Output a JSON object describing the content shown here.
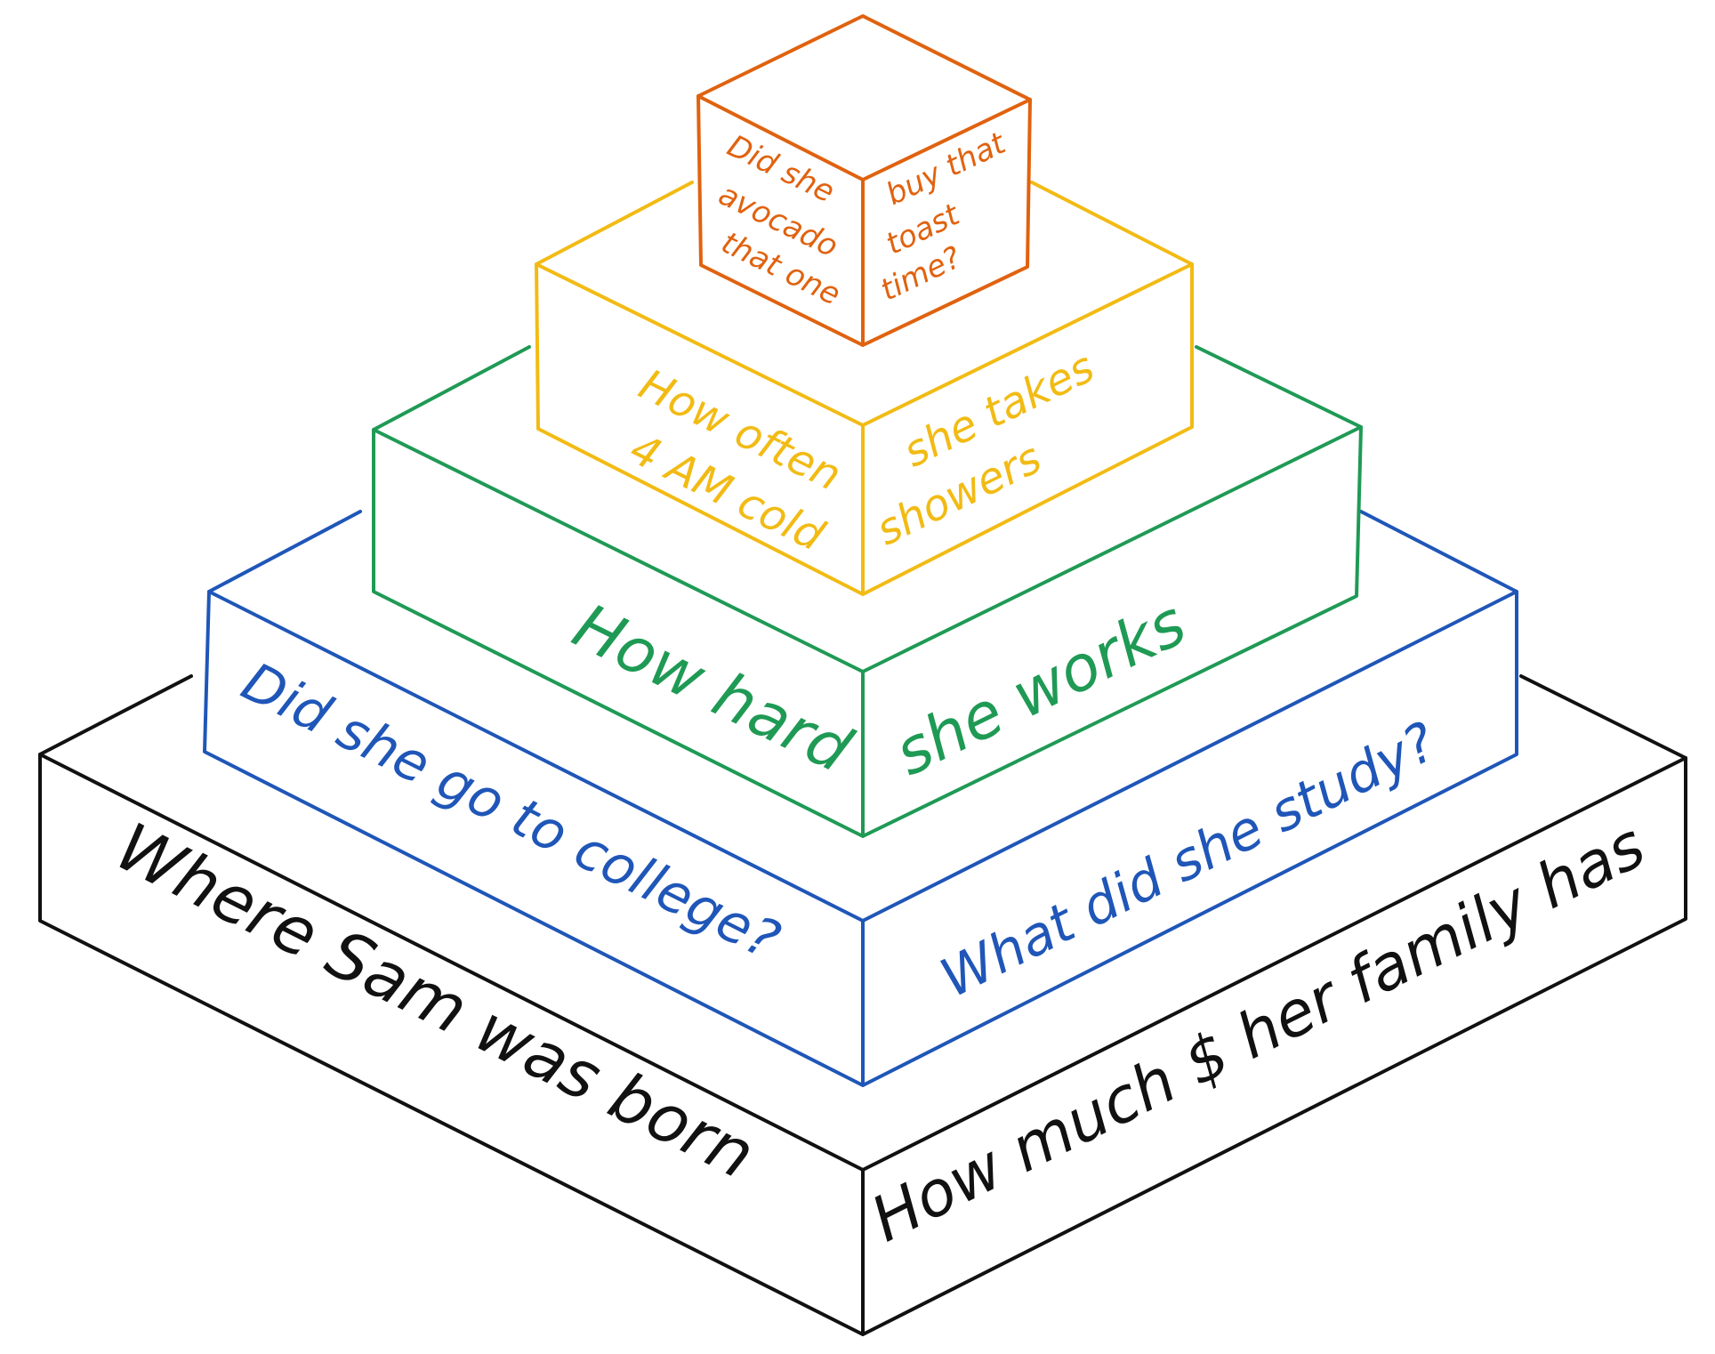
{
  "colors": {
    "tier_1": "#111111",
    "tier_2": "#1f56b8",
    "tier_3": "#1f9a55",
    "tier_4": "#f2bb14",
    "tier_5": "#e0620f"
  },
  "tiers": [
    {
      "id": "tier-1",
      "left_text": "Where Sam was born",
      "right_text": "How much $ her family has"
    },
    {
      "id": "tier-2",
      "left_text": "Did she go to college?",
      "right_text": "What did she study?"
    },
    {
      "id": "tier-3",
      "left_text": "How hard",
      "right_text": "she works"
    },
    {
      "id": "tier-4",
      "left_text": [
        "How often",
        "4 AM cold"
      ],
      "right_text": [
        "she takes",
        "showers"
      ]
    },
    {
      "id": "tier-5",
      "left_text": [
        "Did she",
        "avocado",
        "that one"
      ],
      "right_text": [
        "buy that",
        "toast",
        "time?"
      ]
    }
  ]
}
